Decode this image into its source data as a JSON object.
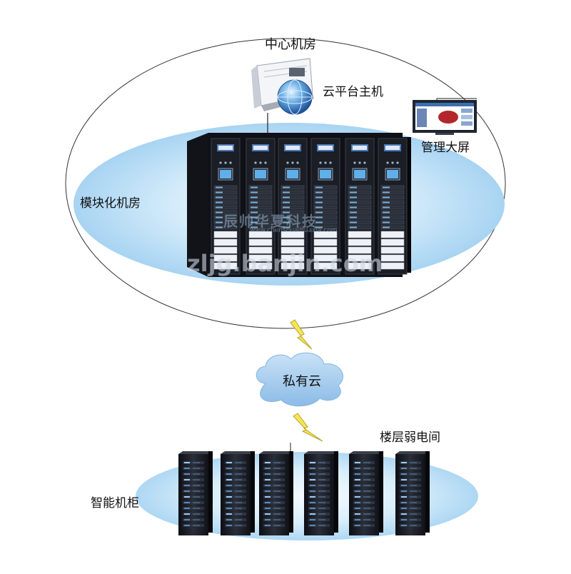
{
  "labels": {
    "center_room": "中心机房",
    "cloud_host": "云平台主机",
    "mgmt_screen": "管理大屏",
    "modular_room": "模块化机房",
    "private_cloud": "私有云",
    "floor_closet": "楼层弱电间",
    "smart_cabinet": "智能机柜"
  },
  "watermarks": {
    "cn": "辰帅华夏科技",
    "en": "www.chenshuaihuaxia.com",
    "site": "zljg.banjin.com"
  },
  "colors": {
    "ellipse_fill_light": "#eef7fd",
    "ellipse_fill_blue": "#b7ddf5",
    "cloud_fill": "#a9cfee",
    "cabinet_dark": "#1a1d24",
    "lightning": "#f2e14a"
  }
}
